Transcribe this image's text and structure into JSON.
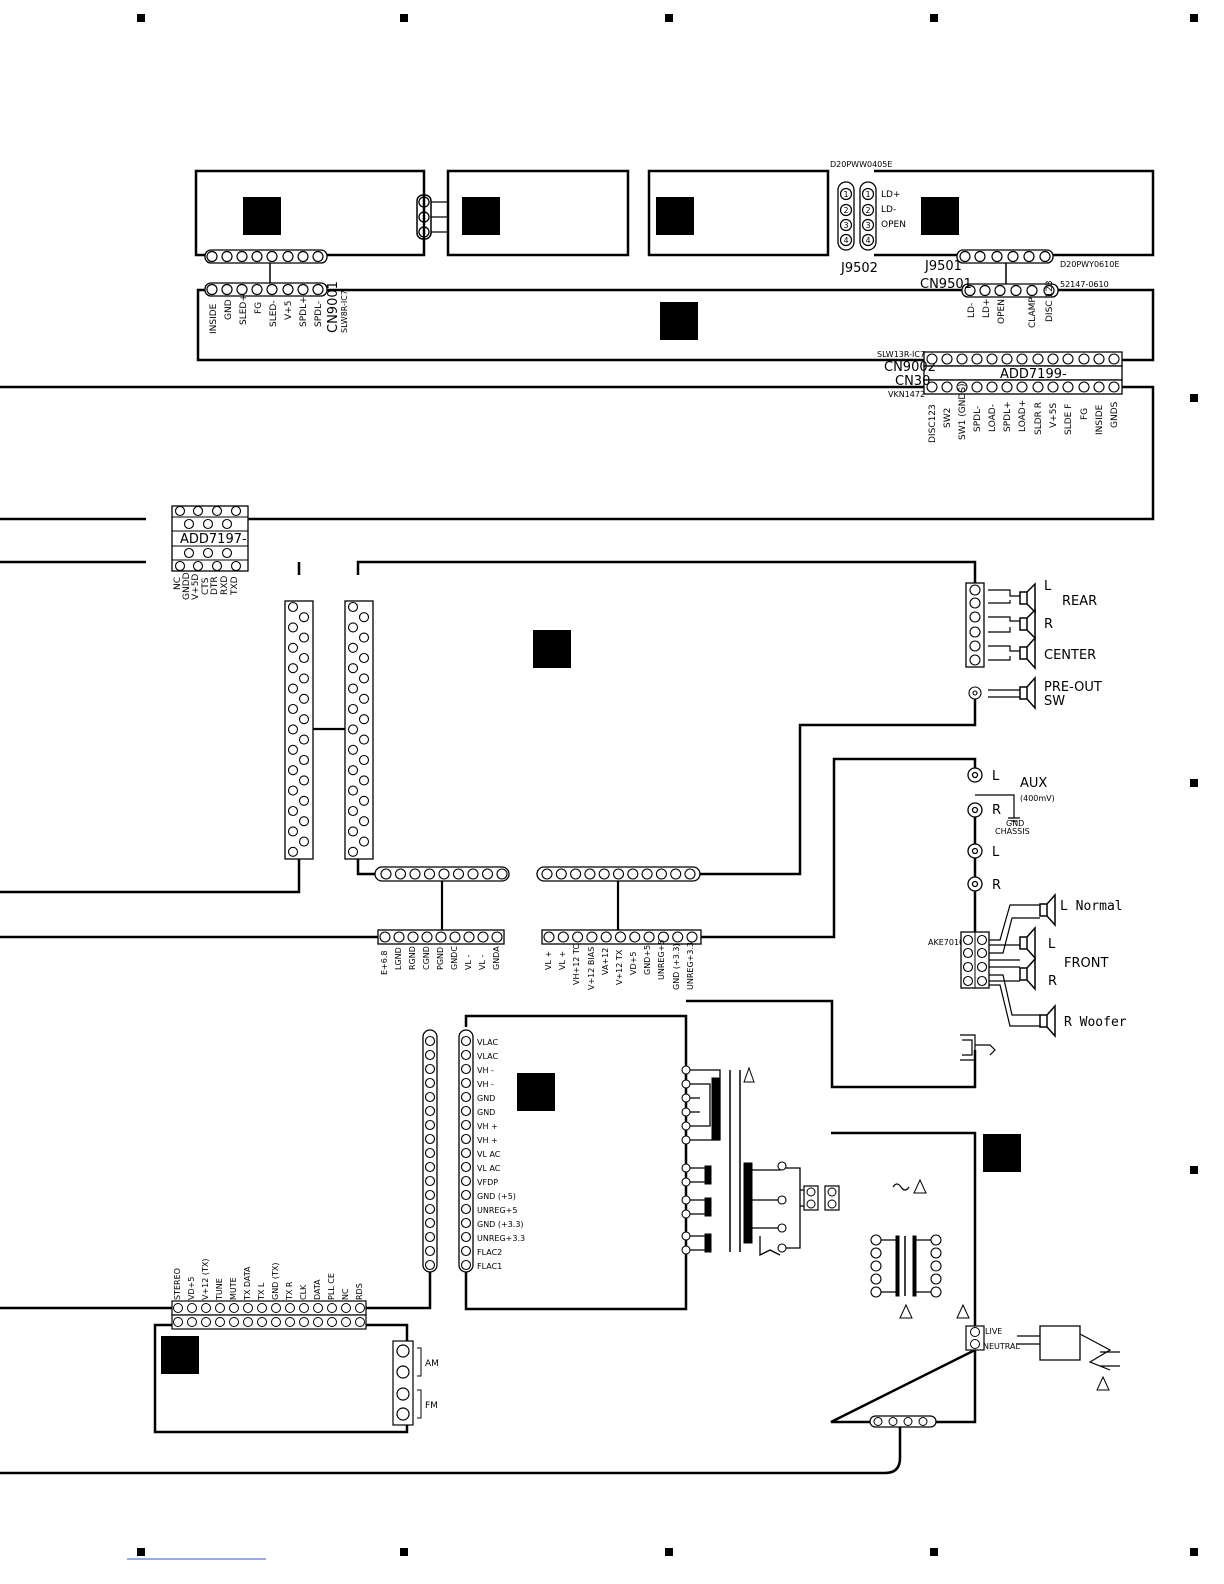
{
  "cn9001": {
    "name": "CN9001",
    "part": "SLW8R-IC7",
    "pins": [
      "INSIDE",
      "GND",
      "SLED+",
      "FG",
      "SLED-",
      "V+5",
      "SPDL+",
      "SPDL-"
    ]
  },
  "j9502": {
    "name": "J9502",
    "part": "D20PWW0405E",
    "pins": [
      "LD+",
      "LD-",
      "OPEN"
    ]
  },
  "j9501": {
    "name": "J9501",
    "part": "D20PWY0610E"
  },
  "cn9501": {
    "name": "CN9501",
    "part": "52147-0610",
    "pins": [
      "LD-",
      "LD+",
      "OPEN",
      "CLAMP",
      "DISC 123"
    ]
  },
  "cn9002": {
    "name": "CN9002",
    "part": "SLW13R-IC7",
    "mid": "ADD7199-"
  },
  "cn30": {
    "name": "CN30",
    "part": "VKN1472",
    "pins": [
      "DISC123",
      "SW2",
      "SW1 (GNDS)",
      "SPDL-",
      "LOAD-",
      "SPDL+",
      "LOAD+",
      "SLDR R",
      "V+5S",
      "SLDE F",
      "FG",
      "INSIDE",
      "GNDS"
    ]
  },
  "add7197": {
    "name": "ADD7197-",
    "pins": [
      "NC",
      "GNDD",
      "V+5D",
      "CTS",
      "DTR",
      "RXD",
      "TXD"
    ]
  },
  "speakers": {
    "l": "L",
    "rear": "REAR",
    "r": "R",
    "center": "CENTER",
    "preout": "PRE-OUT",
    "sw": "SW"
  },
  "aux": {
    "l": "L",
    "label": "AUX",
    "level": "(400mV)",
    "r": "R",
    "gnd": "GND",
    "chassis": "CHASSIS",
    "l2": "L",
    "r2": "R"
  },
  "front": {
    "part": "AKE7010",
    "normal": "L Normal",
    "l": "L",
    "front": "FRONT",
    "r": "R",
    "woofer": "R Woofer"
  },
  "mid_conn_left": {
    "pins": [
      "E+6.8",
      "LGND",
      "RGND",
      "CGND",
      "PGND",
      "GNDC",
      "VL -",
      "VL -",
      "GNDA"
    ]
  },
  "mid_conn_right": {
    "pins": [
      "VL +",
      "VL +",
      "VH+12 TC",
      "V+12 BIAS",
      "VA+12",
      "V+12 TX",
      "VD+5",
      "GND+5",
      "UNREG+5",
      "GND (+3.3)",
      "UNREG+3.3"
    ]
  },
  "power_conn": {
    "pins": [
      "VLAC",
      "VLAC",
      "VH -",
      "VH -",
      "GND",
      "GND",
      "VH +",
      "VH +",
      "VL AC",
      "VL AC",
      "VFDP",
      "GND (+5)",
      "UNREG+5",
      "GND (+3.3)",
      "UNREG+3.3",
      "FLAC2",
      "FLAC1"
    ]
  },
  "tuner_conn": {
    "pins": [
      "STEREO",
      "VD+5",
      "V+12 (TX)",
      "TUNE",
      "MUTE",
      "TX DATA",
      "TX L",
      "GND (TX)",
      "TX R",
      "CLK",
      "DATA",
      "PLL CE",
      "NC",
      "RDS"
    ]
  },
  "tuner": {
    "am": "AM",
    "fm": "FM"
  },
  "ac": {
    "live": "LIVE",
    "neutral": "NEUTRAL"
  }
}
